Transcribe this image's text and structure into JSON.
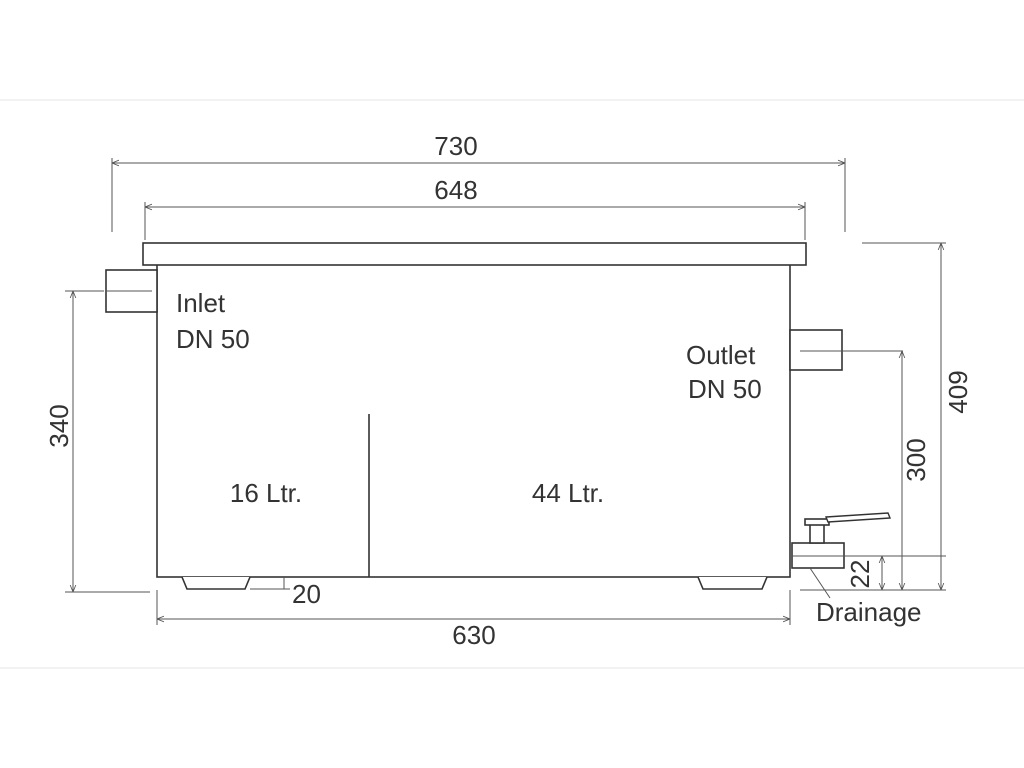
{
  "dimensions": {
    "overall_width": "730",
    "inner_width": "648",
    "bottom_width": "630",
    "inlet_height": "340",
    "outlet_height": "300",
    "total_height": "409",
    "drain_height": "22",
    "foot_height": "20"
  },
  "labels": {
    "inlet_title": "Inlet",
    "inlet_size": "DN 50",
    "outlet_title": "Outlet",
    "outlet_size": "DN 50",
    "chamber_left": "16 Ltr.",
    "chamber_right": "44 Ltr.",
    "drainage": "Drainage"
  }
}
